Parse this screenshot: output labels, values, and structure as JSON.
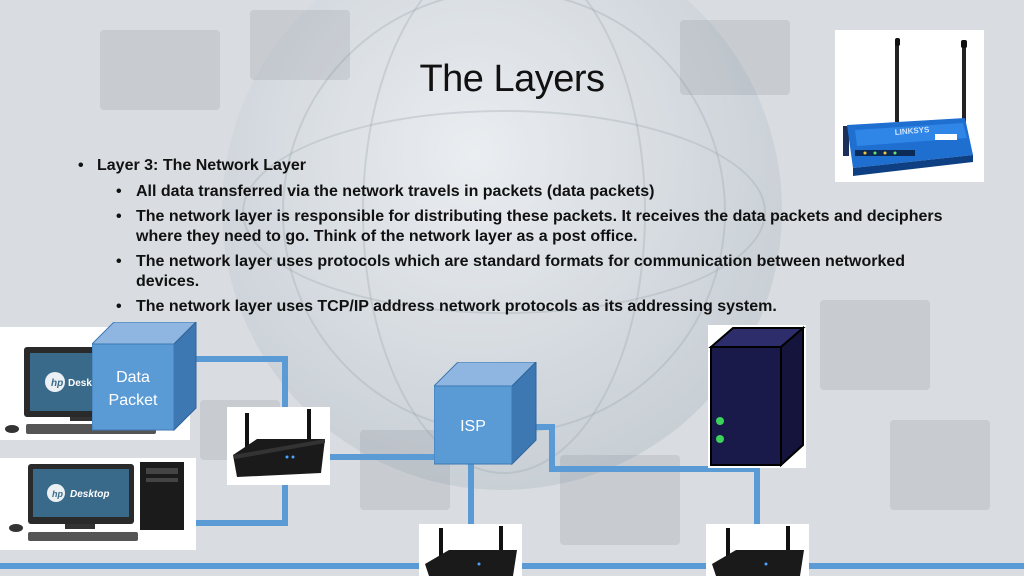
{
  "slide": {
    "title": "The Layers",
    "bullets": [
      {
        "level": 1,
        "text": "Layer 3: The Network Layer"
      },
      {
        "level": 2,
        "text": "All data transferred via the network travels in packets (data packets)"
      },
      {
        "level": 2,
        "text": "The network layer is responsible for distributing these packets. It receives the data packets and deciphers where they need to go. Think of the network layer as a post office."
      },
      {
        "level": 2,
        "text": "The network layer uses protocols which are standard formats for communication between networked devices."
      },
      {
        "level": 2,
        "text": "The network layer uses TCP/IP address network protocols as its addressing system."
      }
    ],
    "bullet_glyph": "•"
  },
  "diagram": {
    "data_packet_label_line1": "Data",
    "data_packet_label_line2": "Packet",
    "isp_label": "ISP",
    "desktop_brand": "Desktop",
    "router_brand": "LINKSYS",
    "colors": {
      "wire": "#5b9bd5",
      "cube_face": "#5b9bd5",
      "cube_top": "#8fb6e0",
      "cube_side": "#3e78b2",
      "server": "#1a1a4a"
    }
  }
}
